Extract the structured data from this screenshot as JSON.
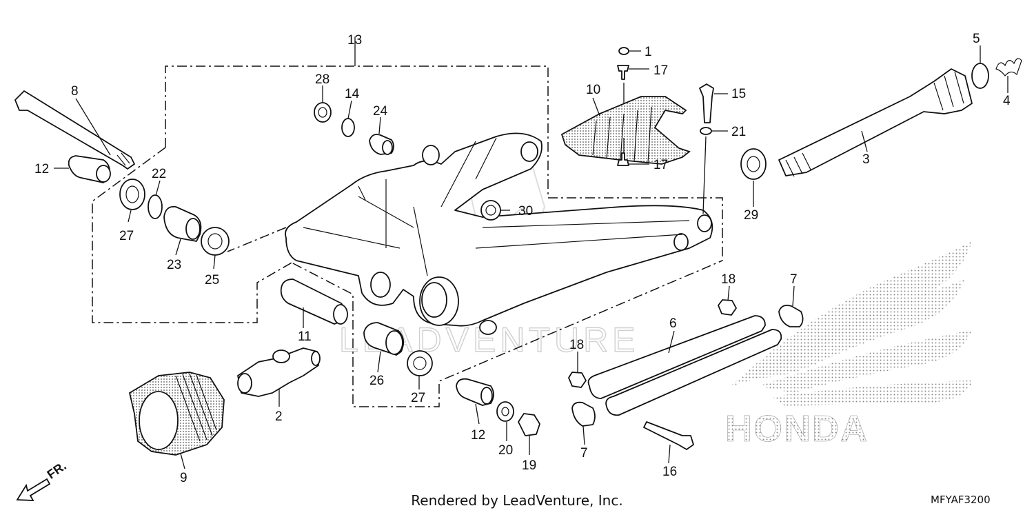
{
  "diagram": {
    "callouts": [
      "13",
      "1",
      "17",
      "5",
      "8",
      "28",
      "14",
      "24",
      "10",
      "15",
      "21",
      "4",
      "12",
      "22",
      "3",
      "30",
      "17",
      "29",
      "27",
      "23",
      "25",
      "18",
      "7",
      "11",
      "6",
      "18",
      "26",
      "27",
      "2",
      "12",
      "20",
      "19",
      "7",
      "16",
      "9"
    ],
    "watermark": "LEADVENTURE",
    "logo_text": "HONDA",
    "direction_label": "FR.",
    "footer": "Rendered by LeadVenture, Inc.",
    "ref_code": "MFYAF3200"
  },
  "colors": {
    "line": "#111111",
    "watermark": "#dcdcdc",
    "logo_dots": "#9a9a9a"
  }
}
